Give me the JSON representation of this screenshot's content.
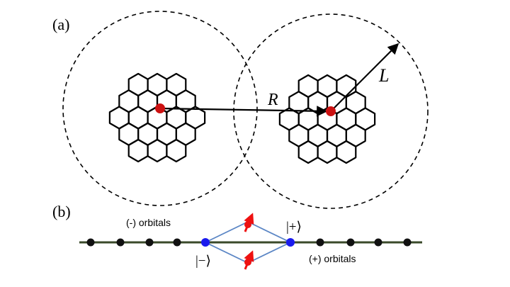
{
  "panel_a": {
    "label": "(a)",
    "distance_label": "R",
    "radius_label": "L"
  },
  "panel_b": {
    "label": "(b)",
    "left_caption": "(-) orbitals",
    "right_caption": "(+) orbitals",
    "minus_state": "|−⟩",
    "plus_state": "|+⟩"
  },
  "colors": {
    "site_dot": "#cc1111",
    "chain_dot": "#111111",
    "state_dot": "#1a1aee",
    "rhombus_line": "#5b86c5",
    "spin_arrow": "#ee1111"
  }
}
